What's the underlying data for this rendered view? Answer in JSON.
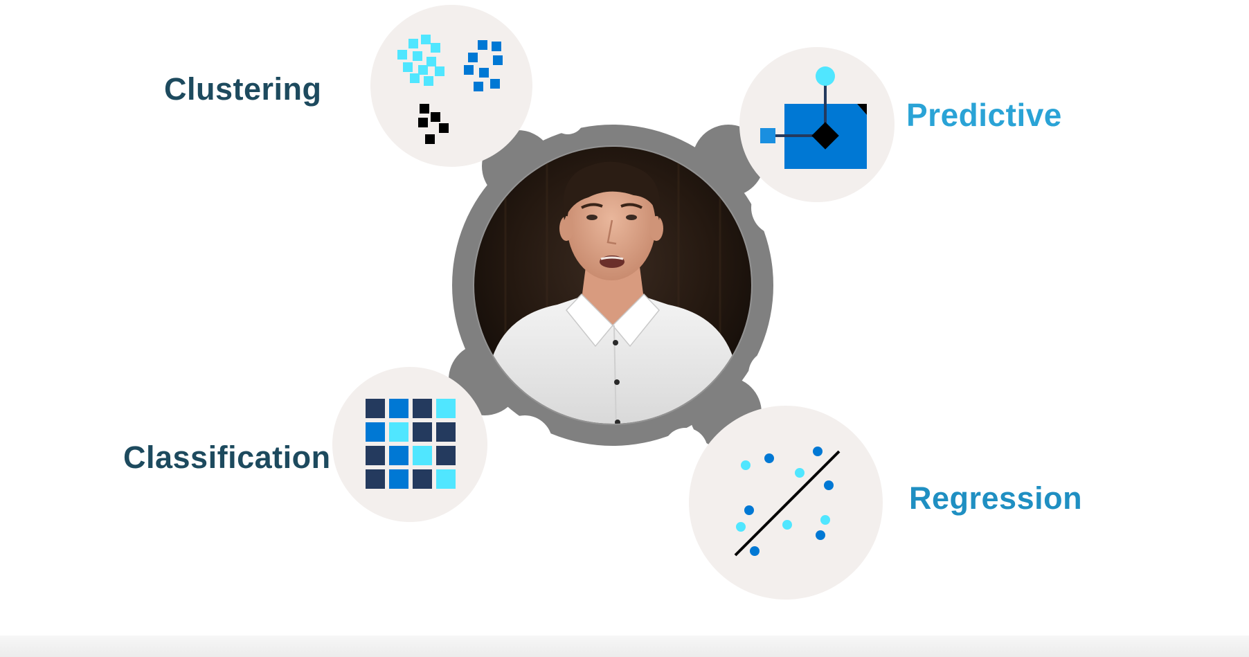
{
  "labels": {
    "clustering": "Clustering",
    "predictive": "Predictive",
    "classification": "Classification",
    "regression": "Regression"
  },
  "colors": {
    "hub_ring": "#808080",
    "node_fill": "#f3efed",
    "label_dark": "#1d4a5e",
    "label_light": "#2aa3d6",
    "label_mid": "#1f8fc2",
    "azure_blue": "#0078d4",
    "light_blue": "#50e6ff",
    "navy": "#243a5e",
    "black": "#000000"
  },
  "icons": {
    "clustering": "clustering-icon",
    "predictive": "predictive-icon",
    "classification": "classification-grid-icon",
    "regression": "regression-scatter-icon",
    "presenter": "presenter-video-frame"
  }
}
